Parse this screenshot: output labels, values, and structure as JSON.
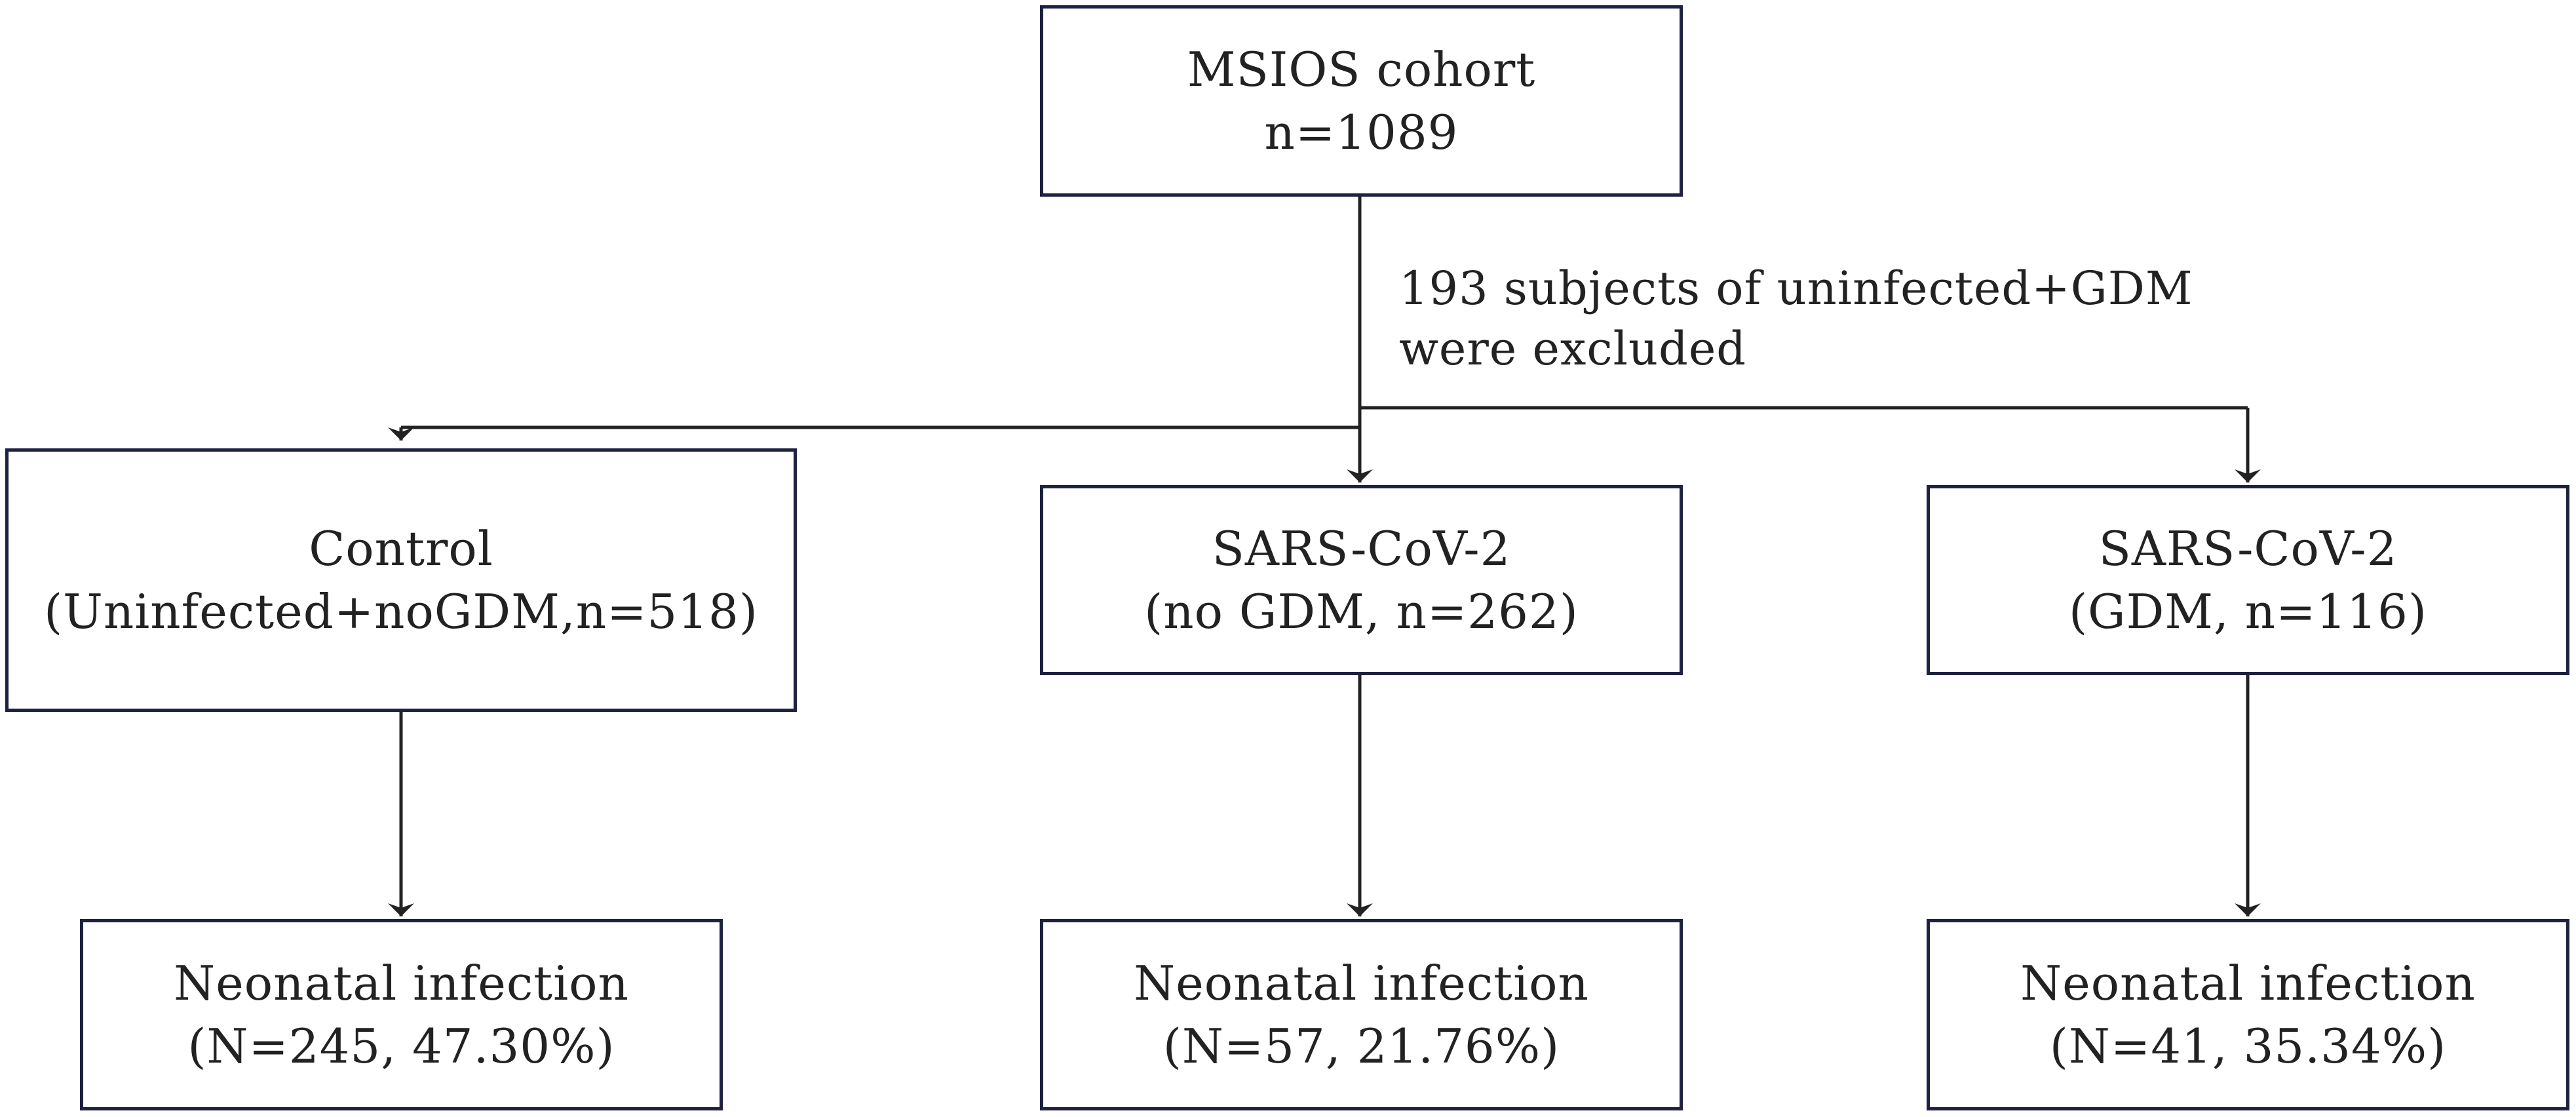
{
  "diagram": {
    "root": {
      "line1": "MSIOS cohort",
      "line2": "n=1089"
    },
    "exclusion_note": {
      "line1": "193 subjects of uninfected+GDM",
      "line2": "were excluded"
    },
    "groups": [
      {
        "line1": "Control",
        "line2": "(Uninfected+noGDM,n=518)"
      },
      {
        "line1": "SARS-CoV-2",
        "line2": "(no GDM, n=262)"
      },
      {
        "line1": "SARS-CoV-2",
        "line2": "(GDM, n=116)"
      }
    ],
    "outcomes": [
      {
        "line1": "Neonatal infection",
        "line2": "(N=245, 47.30%)"
      },
      {
        "line1": "Neonatal infection",
        "line2": "(N=57, 21.76%)"
      },
      {
        "line1": "Neonatal infection",
        "line2": "(N=41, 35.34%)"
      }
    ]
  },
  "colors": {
    "box_border": "#1e2140",
    "arrow": "#222222",
    "text": "#222222"
  }
}
